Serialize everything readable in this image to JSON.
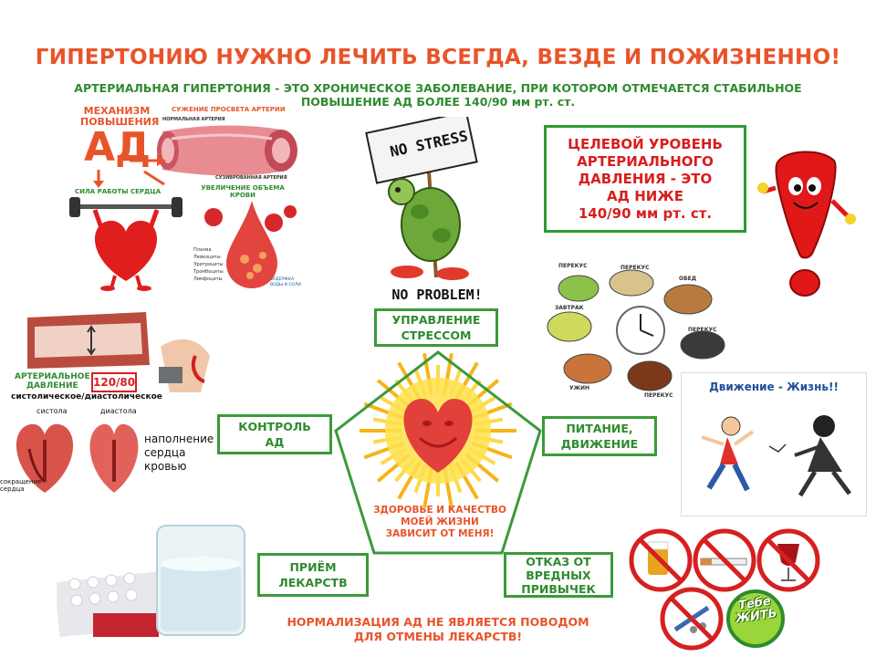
{
  "header": {
    "title": "ГИПЕРТОНИЮ НУЖНО ЛЕЧИТЬ ВСЕГДА, ВЕЗДЕ И ПОЖИЗНЕННО!",
    "subtitle": "АРТЕРИАЛЬНАЯ ГИПЕРТОНИЯ - ЭТО ХРОНИЧЕСКОЕ ЗАБОЛЕВАНИЕ, ПРИ КОТОРОМ ОТМЕЧАЕТСЯ СТАБИЛЬНОЕ ПОВЫШЕНИЕ АД БОЛЕЕ 140/90 мм рт. ст."
  },
  "mechanism": {
    "heading_line1": "МЕХАНИЗМ",
    "heading_line2": "ПОВЫШЕНИЯ",
    "ad": "АД",
    "artery_narrowing": "СУЖЕНИЕ ПРОСВЕТА АРТЕРИИ",
    "normal_artery": "НОРМАЛЬНАЯ АРТЕРИЯ",
    "narrowed_artery": "СУЗИВРОВАННАЯ АРТЕРИЯ",
    "heart_force": "СИЛА РАБОТЫ СЕРДЦА",
    "blood_volume": "УВЕЛИЧЕНИЕ ОБЪЕМА КРОВИ",
    "blood_parts": [
      "Плазма",
      "Лейкоциты",
      "Эритроциты",
      "Тромбоциты",
      "Лимфоциты"
    ],
    "water_retention": "ЗАДЕРЖКА ВОДЫ И СОЛИ"
  },
  "pressure": {
    "label_line1": "АРТЕРИАЛЬНОЕ",
    "label_line2": "ДАВЛЕНИЕ",
    "value": "120/80",
    "caption": "систолическое/диастолическое",
    "systole": "систола",
    "diastole": "диастола",
    "filling_line1": "наполнение",
    "filling_line2": "сердца кровью",
    "contraction_line1": "сокращение",
    "contraction_line2": "сердца"
  },
  "stress_card": {
    "sign": "NO STRESS",
    "caption": "NO PROBLEM!"
  },
  "target_box": {
    "text_line1": "ЦЕЛЕВОЙ УРОВЕНЬ",
    "text_line2": "АРТЕРИАЛЬНОГО",
    "text_line3": "ДАВЛЕНИЯ - ЭТО",
    "text_line4": "АД НИЖЕ",
    "text_line5": "140/90 мм рт. ст."
  },
  "meals": {
    "snack1": "ПЕРЕКУС",
    "snack2": "ПЕРЕКУС",
    "lunch": "ОБЕД",
    "breakfast": "ЗАВТРАК",
    "snack3": "ПЕРЕКУС",
    "dinner": "УЖИН",
    "snack4": "ПЕРЕКУС"
  },
  "movement": {
    "title": "Движение - Жизнь!!"
  },
  "pentagon": {
    "stress": "УПРАВЛЕНИЕ СТРЕССОМ",
    "control_line1": "КОНТРОЛЬ",
    "control_line2": "АД",
    "food_line1": "ПИТАНИЕ,",
    "food_line2": "ДВИЖЕНИЕ",
    "meds_line1": "ПРИЁМ",
    "meds_line2": "ЛЕКАРСТВ",
    "habits_line1": "ОТКАЗ ОТ",
    "habits_line2": "ВРЕДНЫХ",
    "habits_line3": "ПРИВЫЧЕК",
    "center_line1": "ЗДОРОВЬЕ И КАЧЕСТВО",
    "center_line2": "МОЕЙ ЖИЗНИ",
    "center_line3": "ЗАВИСИТ ОТ МЕНЯ!"
  },
  "habits_badge": {
    "line1": "Тебе",
    "line2": "ЖИТЬ"
  },
  "footer": {
    "line1": "НОРМАЛИЗАЦИЯ АД НЕ ЯВЛЯЕТСЯ ПОВОДОМ",
    "line2": "ДЛЯ ОТМЕНЫ ЛЕКАРСТВ!"
  },
  "colors": {
    "accent_orange": "#e8542a",
    "green": "#2e8b2e",
    "red": "#d81e1e"
  }
}
